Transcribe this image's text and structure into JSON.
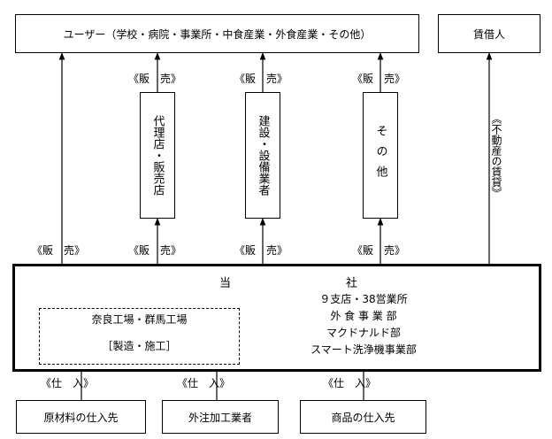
{
  "users_box": "ユーザー（学校・病院・事業所・中食産業・外食産業・その他）",
  "lessee_box": "賃借人",
  "intermediaries": [
    {
      "label": "代理店・販売店"
    },
    {
      "label": "建設・設備業者"
    },
    {
      "label": "その他"
    }
  ],
  "labels": {
    "sales": "《販　売》",
    "purchase": "《仕　入》",
    "lease": "《不動産の賃貸》"
  },
  "company": {
    "name": "当　　　　　　　　　　社",
    "divisions": [
      "９支店・38営業所",
      "外 食 事 業 部",
      "マクドナルド部",
      "スマート洗浄機事業部"
    ],
    "factory_name": "奈良工場・群馬工場",
    "factory_role": "［製造・施工］"
  },
  "suppliers": [
    "原材料の仕入先",
    "外注加工業者",
    "商品の仕入先"
  ]
}
